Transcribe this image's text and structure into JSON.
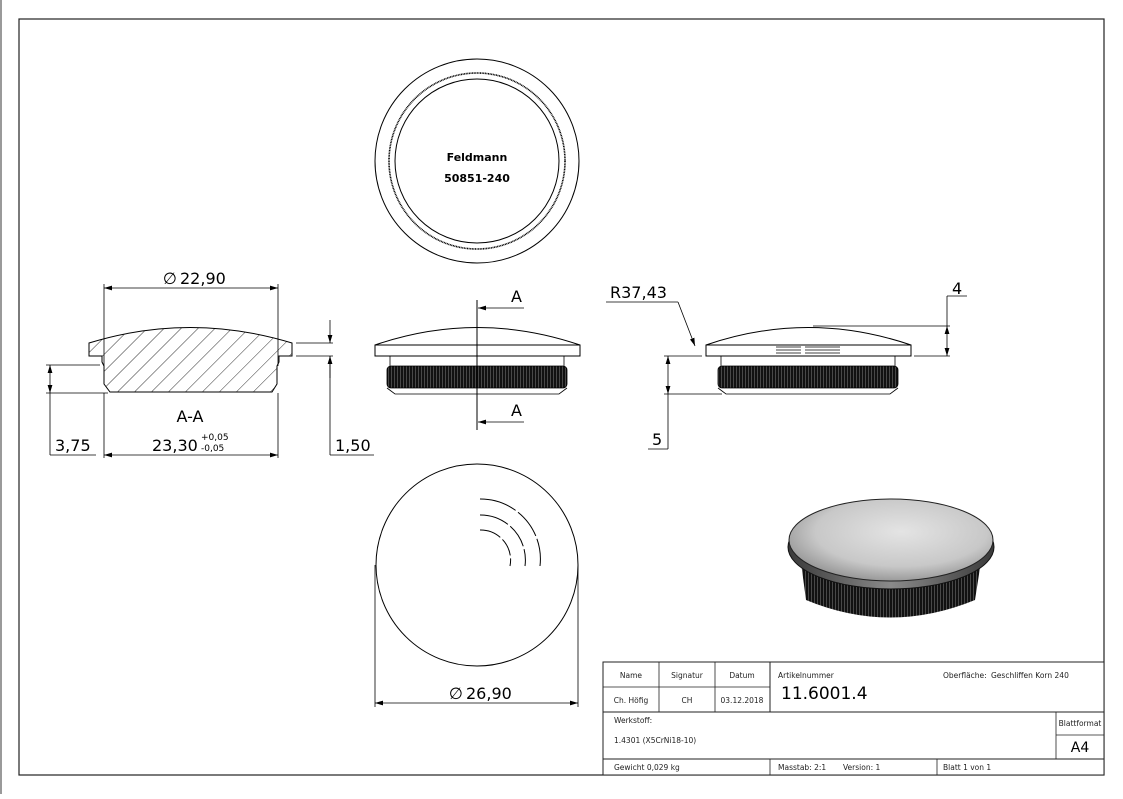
{
  "drawing": {
    "top_view": {
      "engraving_line1": "Feldmann",
      "engraving_line2": "50851-240"
    },
    "section_view": {
      "label": "A-A",
      "diameter_top": "22,90",
      "width": "23,30",
      "tolerance_upper": "+0,05",
      "tolerance_lower": "-0,05",
      "height_left": "3,75",
      "flange_thickness": "1,50"
    },
    "front_view": {
      "section_marker_top": "A",
      "section_marker_bottom": "A"
    },
    "side_view": {
      "radius": "R37,43",
      "height_top": "4",
      "height_bottom": "5"
    },
    "bottom_view": {
      "diameter": "26,90"
    },
    "diameter_symbol": "∅"
  },
  "title_block": {
    "headers": {
      "name": "Name",
      "signatur": "Signatur",
      "datum": "Datum"
    },
    "values": {
      "name": "Ch. Höfig",
      "signatur": "CH",
      "datum": "03.12.2018"
    },
    "artikelnummer_label": "Artikelnummer",
    "artikelnummer": "11.6001.4",
    "oberflaeche_label": "Oberfläche:",
    "oberflaeche": "Geschliffen Korn 240",
    "werkstoff_label": "Werkstoff:",
    "werkstoff": "1.4301 (X5CrNi18-10)",
    "blattformat_label": "Blattformat",
    "blattformat": "A4",
    "gewicht": "Gewicht 0,029 kg",
    "massstab": "Masstab: 2:1",
    "version": "Version: 1",
    "blatt": "Blatt 1 von 1"
  }
}
